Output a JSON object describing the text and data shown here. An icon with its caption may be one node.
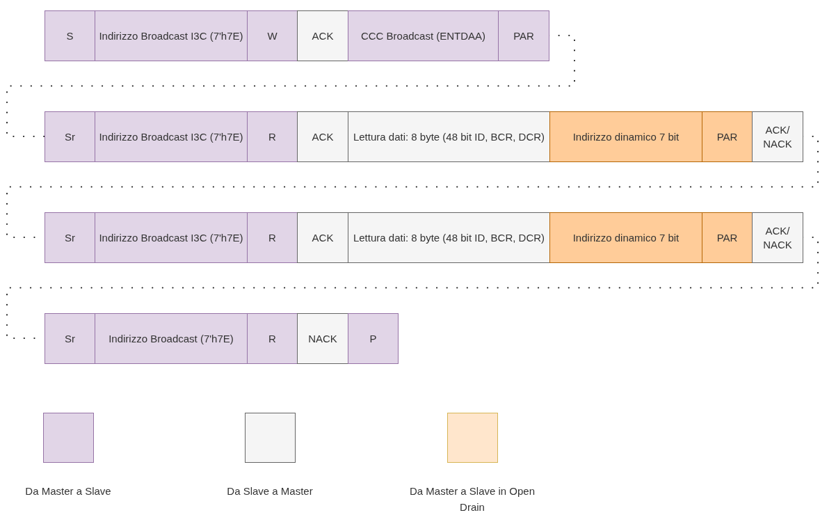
{
  "diagram": {
    "nodes": [
      {
        "text": [
          "S"
        ]
      },
      {
        "text": [
          "Indirizzo Broadcast I3C (7'h7E)"
        ]
      },
      {
        "text": [
          "W"
        ]
      },
      {
        "text": [
          "ACK"
        ]
      },
      {
        "text": [
          "CCC Broadcast (ENTDAA)"
        ]
      },
      {
        "text": [
          "PAR"
        ]
      },
      {
        "text": [
          "Sr"
        ]
      },
      {
        "text": [
          "Indirizzo Broadcast I3C (7'h7E)"
        ]
      },
      {
        "text": [
          "R"
        ]
      },
      {
        "text": [
          "ACK"
        ]
      },
      {
        "text": [
          "Lettura dati: 8 byte (48 bit ID, BCR, DCR)"
        ]
      },
      {
        "text": [
          "Indirizzo dinamico 7 bit"
        ]
      },
      {
        "text": [
          "PAR"
        ]
      },
      {
        "text": [
          "ACK/ NACK"
        ]
      },
      {
        "text": [
          "Sr"
        ]
      },
      {
        "text": [
          "Indirizzo Broadcast I3C (7'h7E)"
        ]
      },
      {
        "text": [
          "R"
        ]
      },
      {
        "text": [
          "ACK"
        ]
      },
      {
        "text": [
          "Lettura dati: 8 byte (48 bit ID, BCR, DCR)"
        ]
      },
      {
        "text": [
          "Indirizzo dinamico 7 bit"
        ]
      },
      {
        "text": [
          "PAR"
        ]
      },
      {
        "text": [
          "ACK/ NACK"
        ]
      },
      {
        "text": [
          "Sr"
        ]
      },
      {
        "text": [
          "Indirizzo Broadcast (7'h7E)"
        ]
      },
      {
        "text": [
          "R"
        ]
      },
      {
        "text": [
          "NACK"
        ]
      },
      {
        "text": [
          "P"
        ]
      }
    ],
    "edges": [
      {
        "from": 5,
        "to": 6,
        "arrow": "none"
      },
      {
        "from": 13,
        "to": 14,
        "arrow": "none"
      },
      {
        "from": 21,
        "to": 22,
        "arrow": "none"
      }
    ],
    "legend": [
      {
        "text": "Da Master a Slave",
        "color": "#e1d5e7"
      },
      {
        "text": "Da Slave a Master",
        "color": "#f5f5f5"
      },
      {
        "text": "Da Master a Slave in Open Drain",
        "color": "#ffe6cc"
      }
    ]
  }
}
